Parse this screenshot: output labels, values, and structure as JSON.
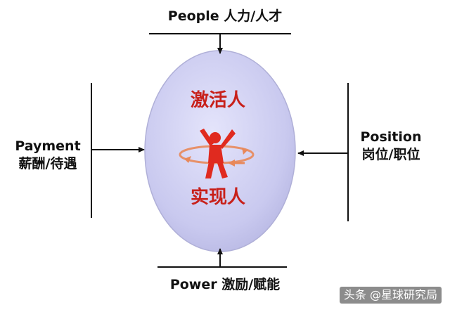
{
  "center": {
    "top_text": "激活人",
    "bottom_text": "实现人",
    "figure_icon": "person-arms-raised-icon",
    "orbit_icon": "rotation-arrows-icon"
  },
  "inputs": {
    "top": {
      "label": "People 人力/人才"
    },
    "left": {
      "line1": "Payment",
      "line2": "薪酬/待遇"
    },
    "right": {
      "line1": "Position",
      "line2": "岗位/职位"
    },
    "bottom": {
      "label": "Power 激励/赋能"
    }
  },
  "watermark": "头条 @星球研究局",
  "colors": {
    "ellipse_fill": "#c9c9ef",
    "accent_red": "#c8201a",
    "figure_red": "#e02a1f",
    "orbit_orange": "#e8885a",
    "line": "#111111"
  }
}
